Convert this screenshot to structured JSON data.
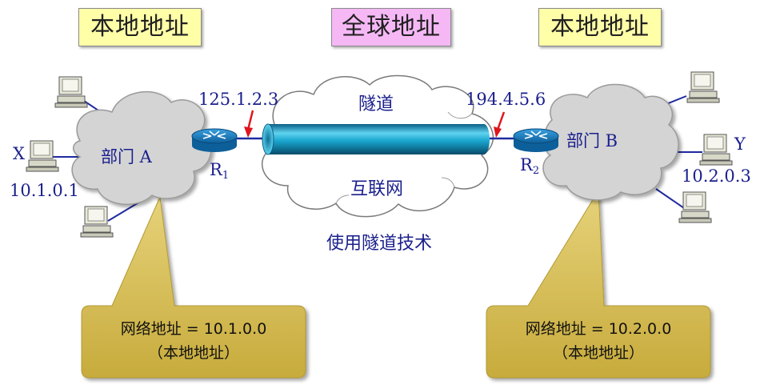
{
  "header": {
    "left_label": "本地地址",
    "center_label": "全球地址",
    "right_label": "本地地址"
  },
  "left_site": {
    "cloud_label": "部门 A",
    "router_label": "R",
    "router_sub": "1",
    "router_ip": "125.1.2.3",
    "host_label": "X",
    "host_ip": "10.1.0.1",
    "callout_line1": "网络地址 = 10.1.0.0",
    "callout_line2": "（本地地址）"
  },
  "right_site": {
    "cloud_label": "部门 B",
    "router_label": "R",
    "router_sub": "2",
    "router_ip": "194.4.5.6",
    "host_label": "Y",
    "host_ip": "10.2.0.3",
    "callout_line1": "网络地址 = 10.2.0.0",
    "callout_line2": "（本地地址）"
  },
  "internet": {
    "tunnel_label": "隧道",
    "cloud_label": "互联网",
    "caption": "使用隧道技术"
  },
  "colors": {
    "label_text": "#1a1f8c",
    "header_yellow": "#ffffa8",
    "header_pink": "#f5b8f5",
    "callout_fill": "#d8c058",
    "tunnel": "#1aa6cf",
    "router": "#1577b8",
    "arrow": "#e0141c"
  },
  "icons": [
    "computer-icon",
    "router-icon",
    "arrow-icon",
    "cloud-icon"
  ]
}
